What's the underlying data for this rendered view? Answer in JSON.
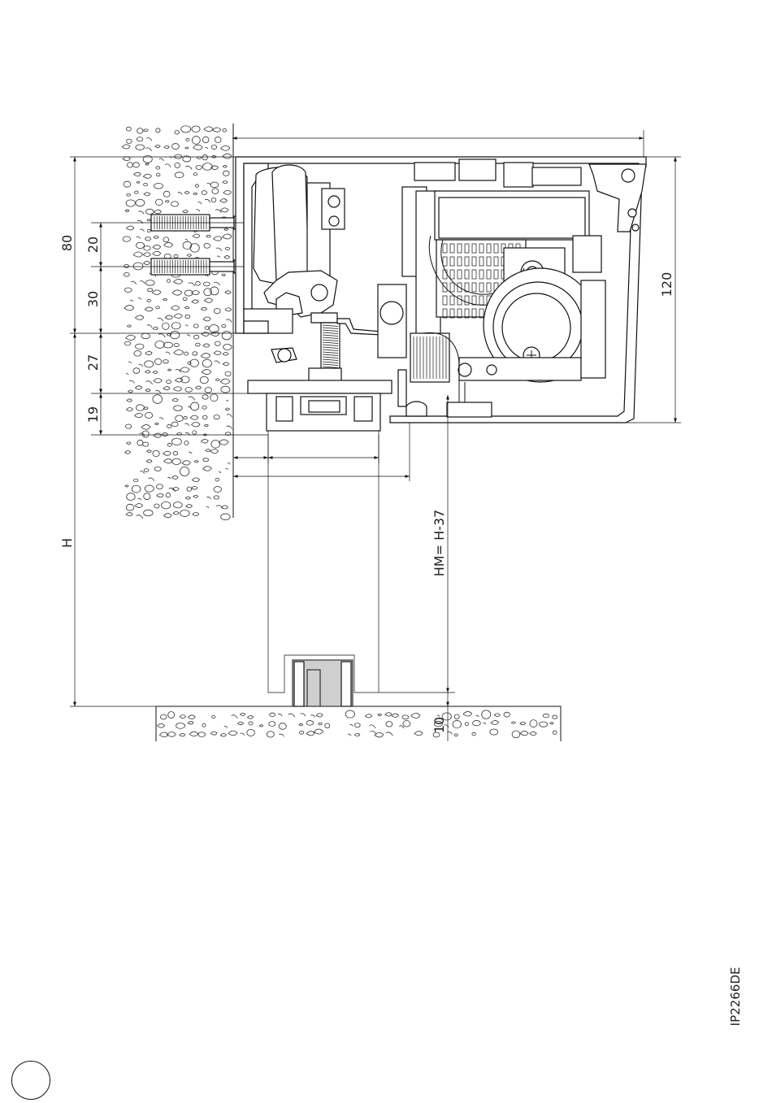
{
  "dimensions": {
    "d80": "80",
    "d20": "20",
    "d30": "30",
    "d27": "27",
    "d19": "19",
    "dH": "H",
    "d120": "120",
    "dHM": "HM= H-37",
    "d10": "10"
  },
  "footer": {
    "code": "IP2266DE"
  }
}
